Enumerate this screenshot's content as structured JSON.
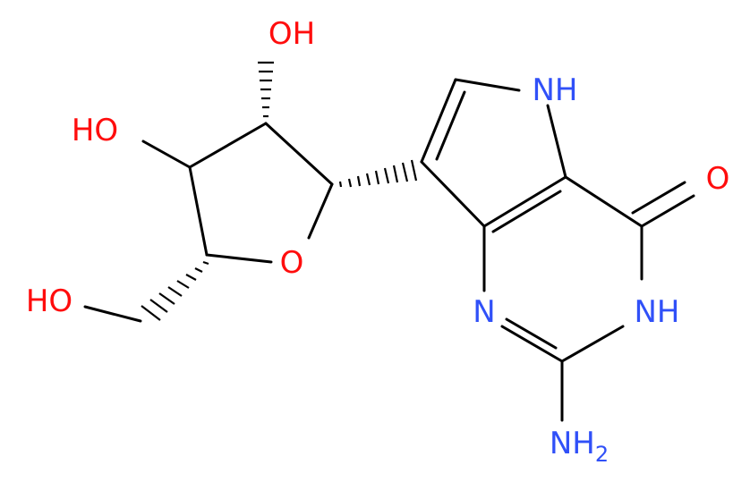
{
  "colors": {
    "bond": "#000000",
    "nitrogen": "#3050f8",
    "oxygen": "#ff0d0d",
    "background": "#ffffff"
  },
  "atoms": {
    "oh_top": "OH",
    "ho_left": "HO",
    "ho_bottom": "HO",
    "ring_o": "O",
    "carbonyl_o": "O",
    "nh_pyrrole": "NH",
    "n_ring": "N",
    "nh_ring": "NH",
    "nh2_main": "NH",
    "nh2_sub": "2"
  }
}
